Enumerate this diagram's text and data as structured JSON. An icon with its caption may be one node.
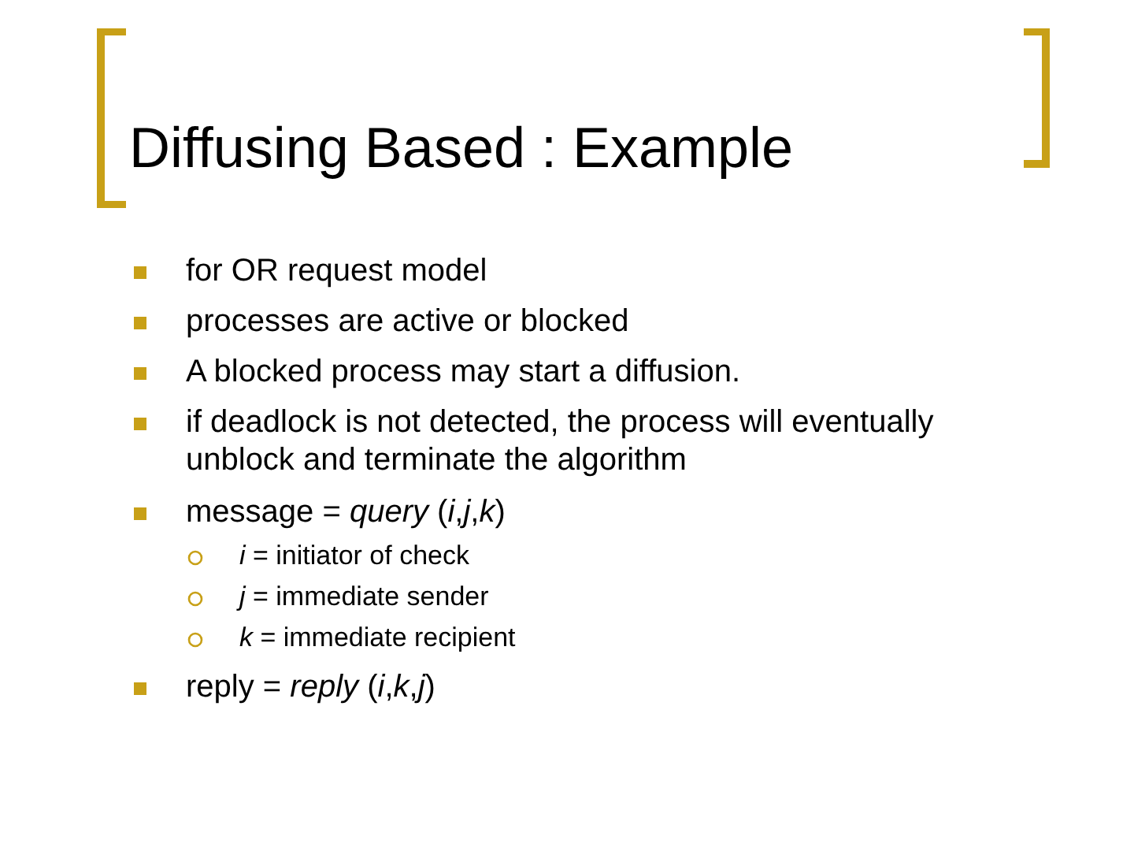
{
  "diagram": {
    "title": "Diffusing Based : Example",
    "labels": [
      "for OR request model",
      "processes are active or blocked",
      "A blocked process may start a diffusion.",
      "if deadlock is not detected, the process will eventually unblock and terminate the algorithm",
      "message = *query* (*i*,*j*,*k*)",
      "*i* = initiator of check",
      "*j* = immediate sender",
      "*k* = immediate recipient",
      "reply = *reply* (*i*,*k*,*j*)"
    ]
  }
}
